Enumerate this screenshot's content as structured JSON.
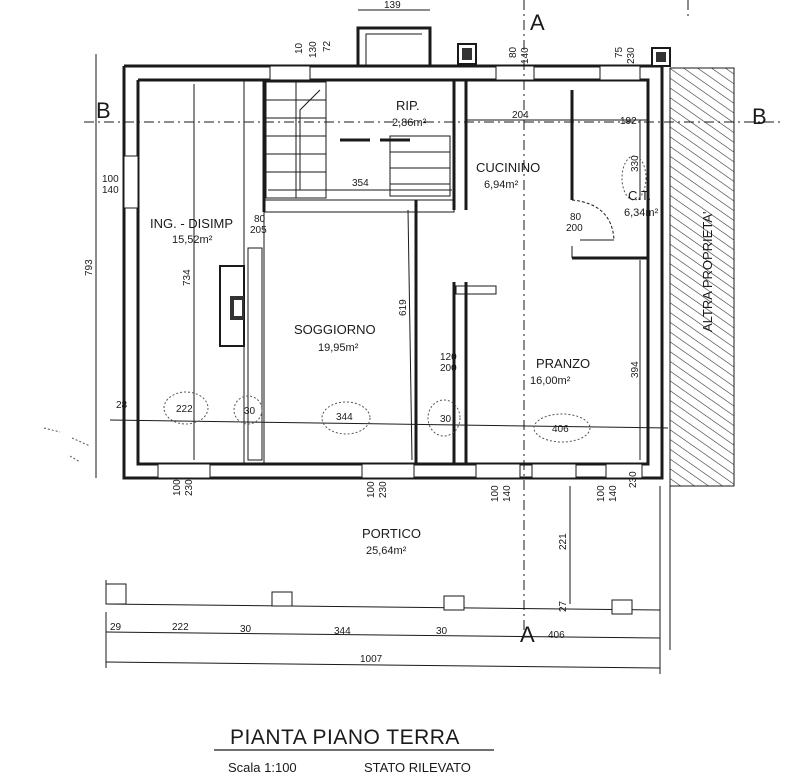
{
  "title": "PIANTA PIANO TERRA",
  "scale": "Scala 1:100",
  "status": "STATO RILEVATO",
  "rooms": [
    {
      "name": "ING. - DISIMP",
      "area": "15,52m²"
    },
    {
      "name": "SOGGIORNO",
      "area": "19,95m²"
    },
    {
      "name": "RIP.",
      "area": "2,86m²"
    },
    {
      "name": "CUCININO",
      "area": "6,94m²"
    },
    {
      "name": "C.T.",
      "area": "6,34m²"
    },
    {
      "name": "PRANZO",
      "area": "16,00m²"
    },
    {
      "name": "PORTICO",
      "area": "25,64m²"
    }
  ],
  "neighbor": "ALTRA PROPRIETA'",
  "sections": {
    "a": "A",
    "b": "B"
  },
  "dims": {
    "top_width": "139",
    "d10": "10",
    "d130": "130",
    "d72": "72",
    "d80_top": "80",
    "d140_top": "140",
    "d75": "75",
    "d230_top": "230",
    "d204": "204",
    "d192": "192",
    "d354": "354",
    "d330": "330",
    "d100_w": "100",
    "d140_w": "140",
    "d793": "793",
    "d734": "734",
    "d80_door": "80",
    "d205_door": "205",
    "d619": "619",
    "d80_ct": "80",
    "d200_ct": "200",
    "d120": "120",
    "d200_mid": "200",
    "d394": "394",
    "d28": "28",
    "d222": "222",
    "d30a": "30",
    "d344": "344",
    "d30b": "30",
    "d406": "406",
    "d100_1": "100",
    "d230_1": "230",
    "d100_2": "100",
    "d230_2": "230",
    "d100_3": "100",
    "d140_3": "140",
    "d100_4": "100",
    "d140_4": "140",
    "d230_r": "230",
    "d221": "221",
    "d27": "27",
    "b29": "29",
    "b222": "222",
    "b30a": "30",
    "b344": "344",
    "b30b": "30",
    "b406": "406",
    "b1007": "1007"
  }
}
